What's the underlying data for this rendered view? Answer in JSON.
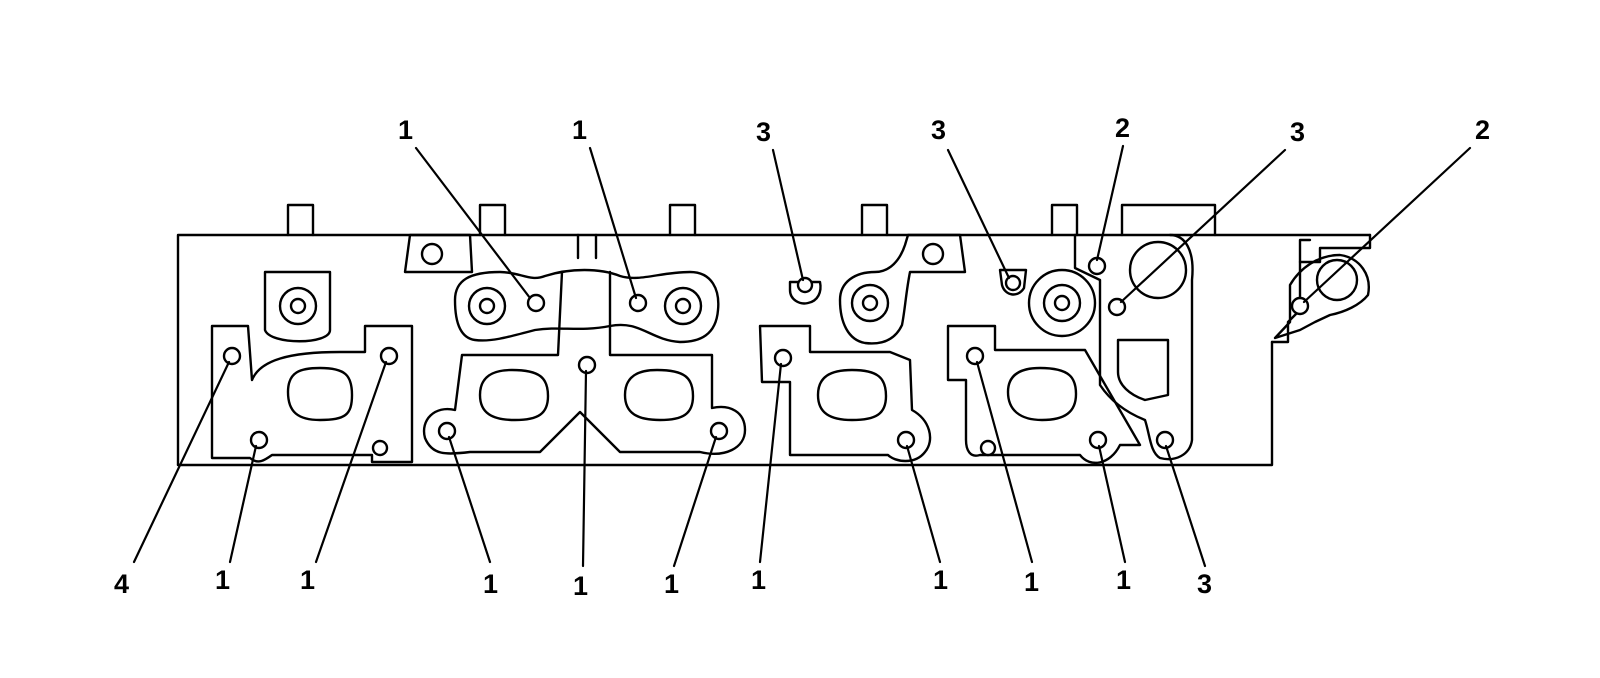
{
  "diagram": {
    "callouts": {
      "top_1a": "1",
      "top_1b": "1",
      "top_3a": "3",
      "top_3b": "3",
      "top_2a": "2",
      "top_3c": "3",
      "top_2b": "2",
      "bot_4": "4",
      "bot_1a": "1",
      "bot_1b": "1",
      "bot_1c": "1",
      "bot_1d": "1",
      "bot_1e": "1",
      "bot_1f": "1",
      "bot_1g": "1",
      "bot_1h": "1",
      "bot_1i": "1",
      "bot_3": "3"
    }
  }
}
